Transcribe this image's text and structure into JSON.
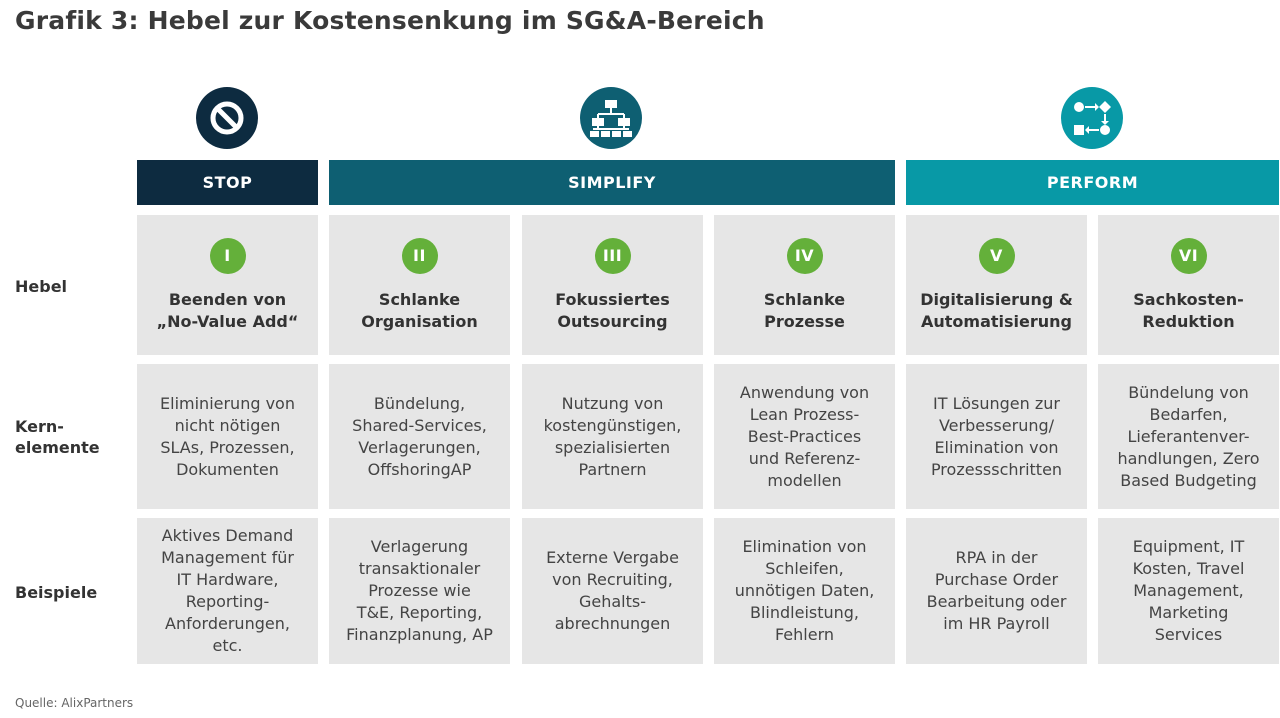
{
  "title": "Grafik 3: Hebel zur Kostensenkung im SG&A-Bereich",
  "categories": [
    {
      "label": "STOP",
      "color": "#0d2b40",
      "icon": "stop-prohibited-icon"
    },
    {
      "label": "SIMPLIFY",
      "color": "#0e5f72",
      "icon": "org-chart-icon"
    },
    {
      "label": "PERFORM",
      "color": "#0899a6",
      "icon": "process-flow-icon"
    }
  ],
  "row_labels": {
    "hebel": "Hebel",
    "kern_line1": "Kern-",
    "kern_line2": "elemente",
    "beispiele": "Beispiele"
  },
  "levers": [
    {
      "num": "I",
      "title_l1": "Beenden von",
      "title_l2": "„No-Value Add“"
    },
    {
      "num": "II",
      "title_l1": "Schlanke",
      "title_l2": "Organisation"
    },
    {
      "num": "III",
      "title_l1": "Fokussiertes",
      "title_l2": "Outsourcing"
    },
    {
      "num": "IV",
      "title_l1": "Schlanke",
      "title_l2": "Prozesse"
    },
    {
      "num": "V",
      "title_l1": "Digitalisierung &",
      "title_l2": "Automatisierung"
    },
    {
      "num": "VI",
      "title_l1": "Sachkosten-",
      "title_l2": "Reduktion"
    }
  ],
  "kernelemente": [
    [
      "Eliminierung von",
      "nicht nötigen",
      "SLAs, Prozessen,",
      "Dokumenten"
    ],
    [
      "Bündelung,",
      "Shared-Services,",
      "Verlagerungen,",
      "OffshoringAP"
    ],
    [
      "Nutzung von",
      "kostengünstigen,",
      "spezialisierten",
      "Partnern"
    ],
    [
      "Anwendung von",
      "Lean Prozess-",
      "Best-Practices",
      "und Referenz-",
      "modellen"
    ],
    [
      "IT Lösungen zur",
      "Verbesserung/",
      "Elimination von",
      "Prozessschritten"
    ],
    [
      "Bündelung von",
      "Bedarfen,",
      "Lieferantenver-",
      "handlungen, Zero",
      "Based Budgeting"
    ]
  ],
  "beispiele": [
    [
      "Aktives Demand",
      "Management für",
      "IT Hardware,",
      "Reporting-",
      "Anforderungen,",
      "etc."
    ],
    [
      "Verlagerung",
      "transaktionaler",
      "Prozesse wie",
      "T&E, Reporting,",
      "Finanzplanung, AP"
    ],
    [
      "Externe Vergabe",
      "von Recruiting,",
      "Gehalts-",
      "abrechnungen"
    ],
    [
      "Elimination von",
      "Schleifen,",
      "unnötigen Daten,",
      "Blindleistung,",
      "Fehlern"
    ],
    [
      "RPA in der",
      "Purchase Order",
      "Bearbeitung oder",
      "im HR Payroll"
    ],
    [
      "Equipment, IT",
      "Kosten, Travel",
      "Management,",
      "Marketing",
      "Services"
    ]
  ],
  "number_badge_color": "#64b03a",
  "cell_background": "#e6e6e6",
  "source": "Quelle: AlixPartners"
}
